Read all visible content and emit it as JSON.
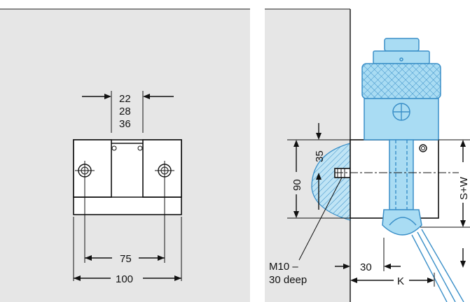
{
  "left_view": {
    "gap_dims": [
      "22",
      "28",
      "36"
    ],
    "hole_spacing": "75",
    "overall_width": "100"
  },
  "right_view": {
    "offset_dim": "35",
    "height_dim": "90",
    "stroke_dim": "S+W",
    "thread_label_line1": "M10 –",
    "thread_label_line2": "30 deep",
    "depth_dim": "30",
    "k_dim": "K"
  },
  "colors": {
    "wall": "#e6e6e6",
    "clamp_fill": "#a9dcf3",
    "clamp_stroke": "#3a8fc8"
  }
}
